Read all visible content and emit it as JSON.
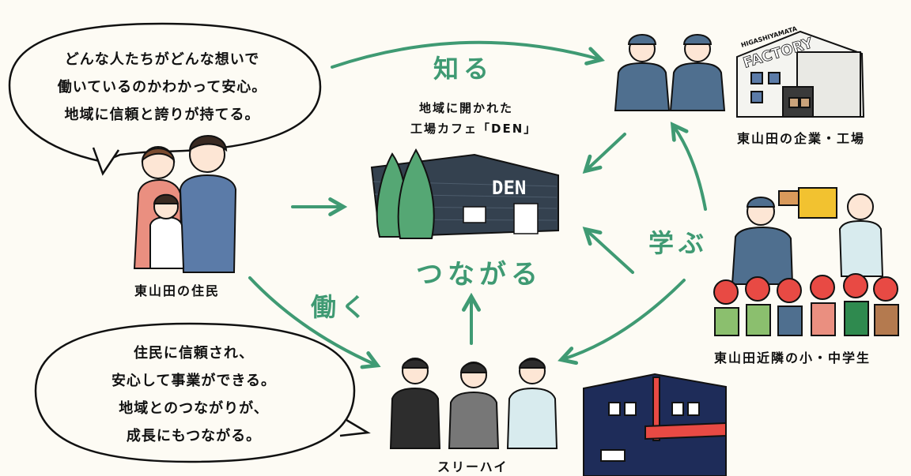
{
  "bubbles": {
    "residents_voice": [
      "どんな人たちがどんな想いで",
      "働いているのかわかって安心。",
      "地域に信頼と誇りが持てる。"
    ],
    "company_voice": [
      "住民に信頼され、",
      "安心して事業ができる。",
      "地域とのつながりが、",
      "成長にもつながる。"
    ]
  },
  "labels": {
    "residents": "東山田の住民",
    "companies": "東山田の企業・工場",
    "students": "東山田近隣の小・中学生",
    "threehigh": "スリーハイ",
    "cafe_line1": "地域に開かれた",
    "cafe_line2": "工場カフェ「DEN」"
  },
  "actions": {
    "know": "知る",
    "learn": "学ぶ",
    "work": "働く",
    "connect": "つながる"
  },
  "signs": {
    "cafe": "DEN",
    "factory_top": "HIGASHIYAMATA",
    "factory_main": "FACTORY"
  },
  "colors": {
    "accent": "#3f9a73",
    "background": "#fdfbf4",
    "outline": "#111111",
    "worker_blue": "#4f6f8f",
    "helmet_red": "#e84a44",
    "tree_green": "#55a774"
  }
}
